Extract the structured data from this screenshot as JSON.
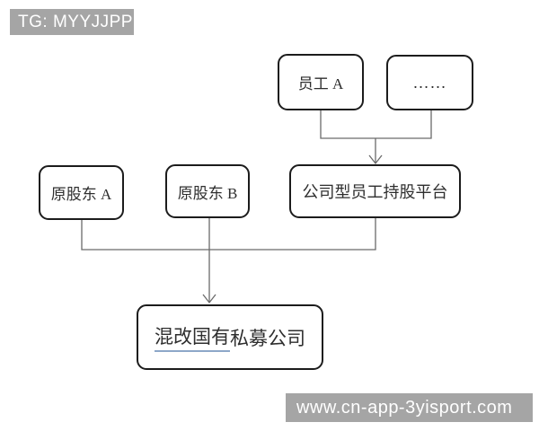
{
  "banners": {
    "tg_label": "TG: MYYJJPP",
    "url_label": "www.cn-app-3yisport.com"
  },
  "diagram": {
    "nodes": {
      "employee_a": {
        "label": "员工 A"
      },
      "ellipsis": {
        "label": "……"
      },
      "original_shareholder_a": {
        "label": "原股东 A"
      },
      "original_shareholder_b": {
        "label": "原股东 B"
      },
      "employee_platform": {
        "label": "公司型员工持股平台"
      },
      "target_company": {
        "label_underlined": "混改国有",
        "label_rest": "私募公司"
      }
    },
    "colors": {
      "banner_bg": "#a5a5a5",
      "banner_text": "#ffffff",
      "box_border": "#1c1c1c",
      "box_fill": "#ffffff",
      "box_text": "#2e2e2e",
      "connector": "#6a6a6a",
      "underline": "#8da7c9"
    }
  }
}
